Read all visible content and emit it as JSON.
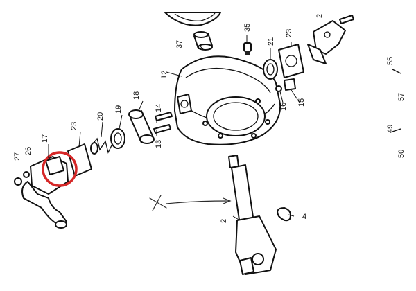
{
  "labels": {
    "l2": "2",
    "l4": "4",
    "l12": "12",
    "l13": "13",
    "l14": "14",
    "l15": "15",
    "l16": "16",
    "l17": "17",
    "l18": "18",
    "l19": "19",
    "l20": "20",
    "l21": "21",
    "l23a": "23",
    "l23b": "23",
    "l26": "26",
    "l27": "27",
    "l35": "35",
    "l37": "37",
    "l49": "49",
    "l55": "55",
    "l57": "57",
    "l50": "50",
    "l2top": "2"
  },
  "colors": {
    "ink": "#111111",
    "highlight": "#d62828",
    "paper": "#ffffff"
  },
  "highlight": {
    "target": "part-17-boss",
    "shape": "circle"
  },
  "annotation": {
    "mark": "X",
    "arrow": "pointing-right-to-part-2"
  }
}
